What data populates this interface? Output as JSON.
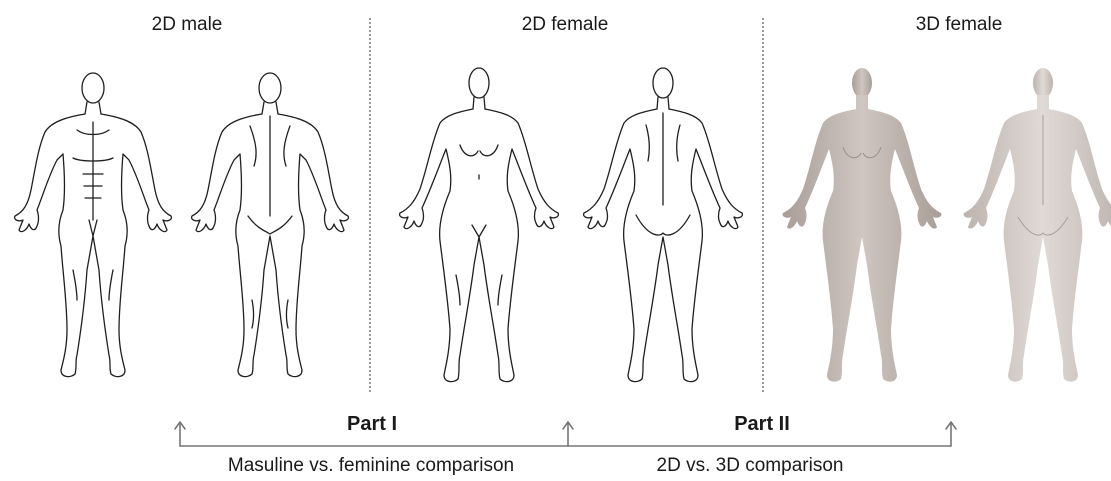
{
  "panels": [
    {
      "title": "2D male"
    },
    {
      "title": "2D female"
    },
    {
      "title": "3D female"
    }
  ],
  "parts": [
    {
      "label": "Part I",
      "caption": "Masuline vs. feminine comparison"
    },
    {
      "label": "Part II",
      "caption": "2D vs. 3D comparison"
    }
  ],
  "colors": {
    "line_art": "#1f1f1f",
    "shaded_body_front": "#c9c0bb",
    "shaded_body_back": "#d9d2ce",
    "divider": "#9a9a9a",
    "arrow": "#777777"
  }
}
